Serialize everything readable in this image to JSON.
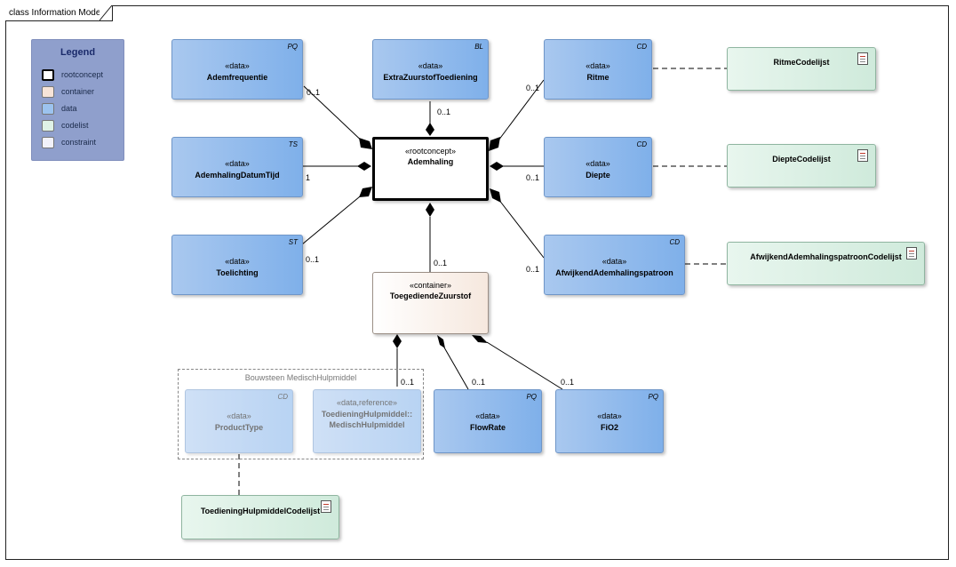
{
  "frame": {
    "title": "class Information Model"
  },
  "legend": {
    "title": "Legend",
    "items": [
      {
        "label": "rootconcept",
        "color": "#ffffff"
      },
      {
        "label": "container",
        "color": "#f7e4d8"
      },
      {
        "label": "data",
        "color": "#9cc3ef"
      },
      {
        "label": "codelist",
        "color": "#dff2e6"
      },
      {
        "label": "constraint",
        "color": "#f2f2fa"
      }
    ]
  },
  "classes": {
    "ademfrequentie": {
      "stereotype": "«data»",
      "name": "Ademfrequentie",
      "type": "PQ"
    },
    "extrazuurstof": {
      "stereotype": "«data»",
      "name": "ExtraZuurstofToediening",
      "type": "BL"
    },
    "ritme": {
      "stereotype": "«data»",
      "name": "Ritme",
      "type": "CD"
    },
    "ademhalingdatumtijd": {
      "stereotype": "«data»",
      "name": "AdemhalingDatumTijd",
      "type": "TS"
    },
    "ademhaling": {
      "stereotype": "«rootconcept»",
      "name": "Ademhaling"
    },
    "diepte": {
      "stereotype": "«data»",
      "name": "Diepte",
      "type": "CD"
    },
    "toelichting": {
      "stereotype": "«data»",
      "name": "Toelichting",
      "type": "ST"
    },
    "toegediendezuurstof": {
      "stereotype": "«container»",
      "name": "ToegediendeZuurstof"
    },
    "afwijkend": {
      "stereotype": "«data»",
      "name": "AfwijkendAdemhalingspatroon",
      "type": "CD"
    },
    "producttype": {
      "stereotype": "«data»",
      "name": "ProductType",
      "type": "CD"
    },
    "toedieninghulpmiddel": {
      "stereotype": "«data,reference»",
      "name_line1": "ToedieningHulpmiddel::",
      "name_line2": "MedischHulpmiddel"
    },
    "flowrate": {
      "stereotype": "«data»",
      "name": "FlowRate",
      "type": "PQ"
    },
    "fio2": {
      "stereotype": "«data»",
      "name": "FiO2",
      "type": "PQ"
    }
  },
  "codelists": {
    "ritme": "RitmeCodelijst",
    "diepte": "DiepteCodelijst",
    "afwijkend": "AfwijkendAdemhalingspatroonCodelijst",
    "toedieninghulpmiddel": "ToedieningHulpmiddelCodelijst"
  },
  "package": {
    "label": "Bouwsteen MedischHulpmiddel"
  },
  "multiplicities": {
    "ademfrequentie": "0..1",
    "extrazuurstof": "0..1",
    "ritme": "0..1",
    "ademhalingdatumtijd": "1",
    "diepte": "0..1",
    "toelichting": "0..1",
    "toegediendezuurstof": "0..1",
    "afwijkend": "0..1",
    "toedieninghulpmiddel": "0..1",
    "flowrate": "0..1",
    "fio2": "0..1"
  }
}
